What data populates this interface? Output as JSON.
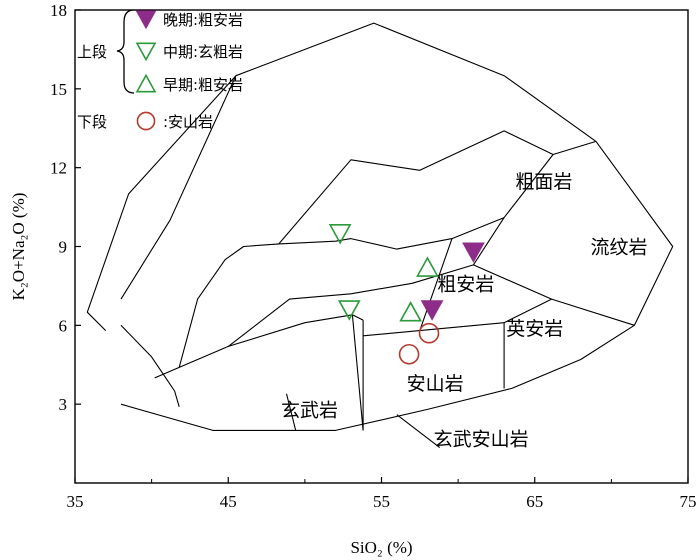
{
  "chart_data": {
    "type": "scatter",
    "title": "",
    "xlabel": "SiO₂ (%)",
    "ylabel": "K₂O+Na₂O (%)",
    "xlim": [
      35,
      75
    ],
    "ylim": [
      0,
      18
    ],
    "xticks": [
      35,
      45,
      55,
      65,
      75
    ],
    "yticks": [
      3,
      6,
      9,
      12,
      15,
      18
    ],
    "grid": false,
    "legend_position": "top-left",
    "legend_groups": [
      {
        "label": "上段",
        "series": [
          0,
          1,
          2
        ]
      },
      {
        "label": "下段",
        "series": [
          3
        ]
      }
    ],
    "series": [
      {
        "name": "晚期:粗安岩",
        "marker": "triangle-down-filled",
        "color": "#8e2c8a",
        "points": [
          {
            "x": 61.0,
            "y": 8.8
          },
          {
            "x": 58.3,
            "y": 6.6
          }
        ]
      },
      {
        "name": "中期:玄粗岩",
        "marker": "triangle-down-open",
        "color": "#2b9a3a",
        "points": [
          {
            "x": 52.3,
            "y": 9.5
          },
          {
            "x": 52.9,
            "y": 6.6
          }
        ]
      },
      {
        "name": "早期:粗安岩",
        "marker": "triangle-up-open",
        "color": "#2b9a3a",
        "points": [
          {
            "x": 58.0,
            "y": 8.2
          },
          {
            "x": 56.9,
            "y": 6.5
          }
        ]
      },
      {
        "name": ":安山岩",
        "marker": "circle-open",
        "color": "#b53a2c",
        "points": [
          {
            "x": 58.1,
            "y": 5.7
          },
          {
            "x": 56.8,
            "y": 4.9
          }
        ]
      }
    ],
    "field_labels": [
      {
        "text": "粗面岩",
        "x": 65.6,
        "y": 11.5
      },
      {
        "text": "流纹岩",
        "x": 70.5,
        "y": 9.0
      },
      {
        "text": "粗安岩",
        "x": 60.5,
        "y": 7.6
      },
      {
        "text": "英安岩",
        "x": 65.0,
        "y": 5.9
      },
      {
        "text": "安山岩",
        "x": 58.5,
        "y": 3.8
      },
      {
        "text": "玄武岩",
        "x": 50.3,
        "y": 2.8
      },
      {
        "text": "玄武安山岩",
        "x": 61.5,
        "y": 1.7
      }
    ],
    "field_boundaries": [
      [
        [
          37.0,
          5.8
        ],
        [
          35.8,
          6.5
        ],
        [
          38.5,
          11.0
        ],
        [
          45.5,
          15.5
        ],
        [
          54.5,
          17.5
        ],
        [
          63.0,
          15.5
        ],
        [
          69.0,
          13.0
        ],
        [
          74.0,
          9.0
        ],
        [
          71.5,
          6.0
        ],
        [
          68.0,
          4.7
        ],
        [
          63.5,
          3.6
        ],
        [
          58.0,
          2.8
        ],
        [
          52.0,
          2.0
        ],
        [
          44.0,
          2.0
        ],
        [
          38.0,
          3.0
        ]
      ],
      [
        [
          41.8,
          2.9
        ],
        [
          41.5,
          3.5
        ],
        [
          40.0,
          4.8
        ],
        [
          38.0,
          6.0
        ]
      ],
      [
        [
          40.2,
          4.0
        ],
        [
          41.8,
          4.4
        ],
        [
          45.0,
          5.2
        ],
        [
          50.0,
          6.1
        ],
        [
          53.1,
          6.4
        ],
        [
          53.8,
          6.2
        ]
      ],
      [
        [
          53.8,
          6.2
        ],
        [
          53.8,
          5.6
        ],
        [
          53.8,
          2.0
        ]
      ],
      [
        [
          53.8,
          5.6
        ],
        [
          57.5,
          5.8
        ],
        [
          63.0,
          6.1
        ],
        [
          66.1,
          7.0
        ],
        [
          71.5,
          6.0
        ]
      ],
      [
        [
          41.8,
          4.4
        ],
        [
          43.0,
          7.0
        ],
        [
          44.8,
          8.5
        ],
        [
          46.0,
          9.0
        ],
        [
          48.3,
          9.1
        ],
        [
          52.0,
          9.2
        ],
        [
          53.0,
          9.3
        ],
        [
          56.0,
          8.9
        ],
        [
          59.6,
          9.3
        ],
        [
          63.0,
          10.1
        ],
        [
          66.2,
          12.5
        ],
        [
          69.0,
          13.0
        ]
      ],
      [
        [
          48.3,
          9.1
        ],
        [
          53.0,
          12.3
        ],
        [
          57.5,
          11.9
        ],
        [
          63.0,
          13.4
        ],
        [
          66.2,
          12.5
        ]
      ],
      [
        [
          45.0,
          5.2
        ],
        [
          49.0,
          7.0
        ],
        [
          53.0,
          7.2
        ],
        [
          57.0,
          7.6
        ],
        [
          61.0,
          8.3
        ],
        [
          63.0,
          10.1
        ]
      ],
      [
        [
          57.5,
          5.8
        ],
        [
          59.6,
          9.3
        ]
      ],
      [
        [
          61.0,
          8.3
        ],
        [
          66.1,
          7.0
        ]
      ],
      [
        [
          63.0,
          6.1
        ],
        [
          63.0,
          3.6
        ]
      ],
      [
        [
          53.1,
          6.4
        ],
        [
          53.8,
          2.0
        ]
      ],
      [
        [
          49.4,
          2.0
        ],
        [
          48.8,
          3.4
        ]
      ],
      [
        [
          45.5,
          15.5
        ],
        [
          41.2,
          10.0
        ],
        [
          38.0,
          7.0
        ]
      ]
    ]
  }
}
